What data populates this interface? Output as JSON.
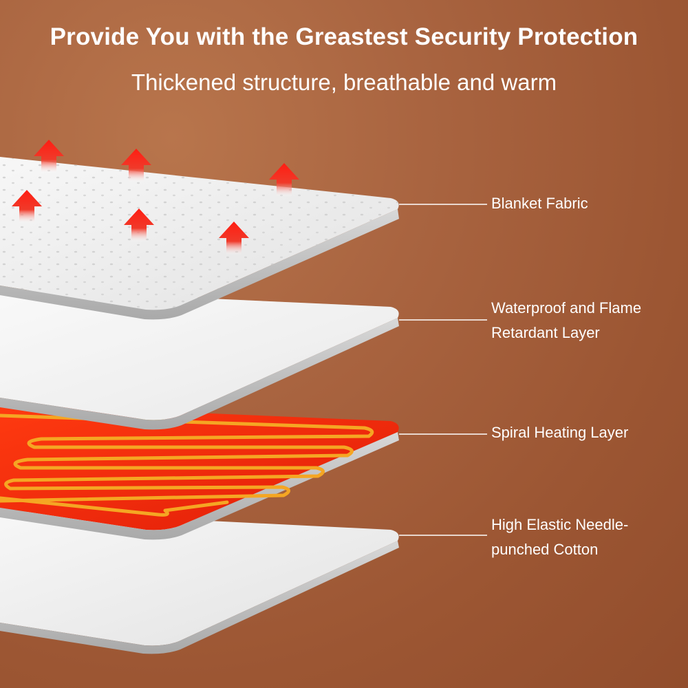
{
  "header": {
    "title": "Provide You with the Greastest Security Protection",
    "subtitle": "Thickened structure, breathable and warm"
  },
  "layers": [
    {
      "label": "Blanket Fabric",
      "color": "#f2f2f2"
    },
    {
      "label_line1": "Waterproof and Flame",
      "label_line2": "Retardant Layer",
      "color": "#ececec"
    },
    {
      "label": "Spiral Heating Layer",
      "color": "#f02a0c",
      "wire_color": "#f5a623"
    },
    {
      "label_line1": "High Elastic Needle-",
      "label_line2": "punched Cotton",
      "color": "#ededed"
    }
  ],
  "colors": {
    "background": "#a5603b",
    "heat_arrow": "#e8221a",
    "text": "#ffffff"
  }
}
